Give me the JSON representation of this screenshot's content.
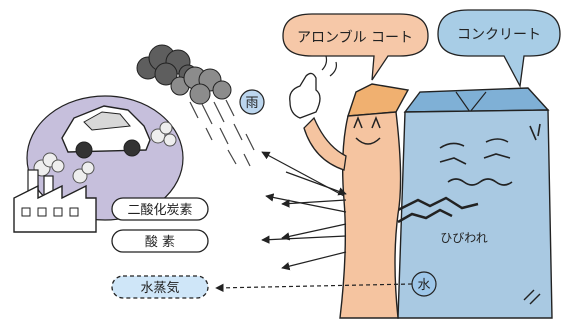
{
  "labels": {
    "aron_coat": "アロンブル コート",
    "concrete": "コンクリート",
    "rain": "雨",
    "co2": "二酸化炭素",
    "oxygen": "酸 素",
    "water_vapor": "水蒸気",
    "water": "水",
    "crack": "ひびわれ"
  },
  "colors": {
    "coat_bubble": "#f6c8a8",
    "coat_body": "#f5c4a0",
    "coat_body_top": "#f0b070",
    "concrete_bubble": "#a8cde6",
    "concrete_body": "#a9c9e2",
    "concrete_top": "#7fb0d6",
    "pollution_circle": "#c6bfdc",
    "cloud_dark": "#6e6e6e",
    "cloud_light": "#9a9a9a",
    "vapor_box": "#cfe6f8",
    "rain_badge": "#bcd6ee",
    "water_badge": "#9ec7ea",
    "outline": "#222222"
  },
  "icons": [
    "rain-cloud-icon",
    "car-icon",
    "factory-icon",
    "waving-hand-icon",
    "crack-icon"
  ]
}
